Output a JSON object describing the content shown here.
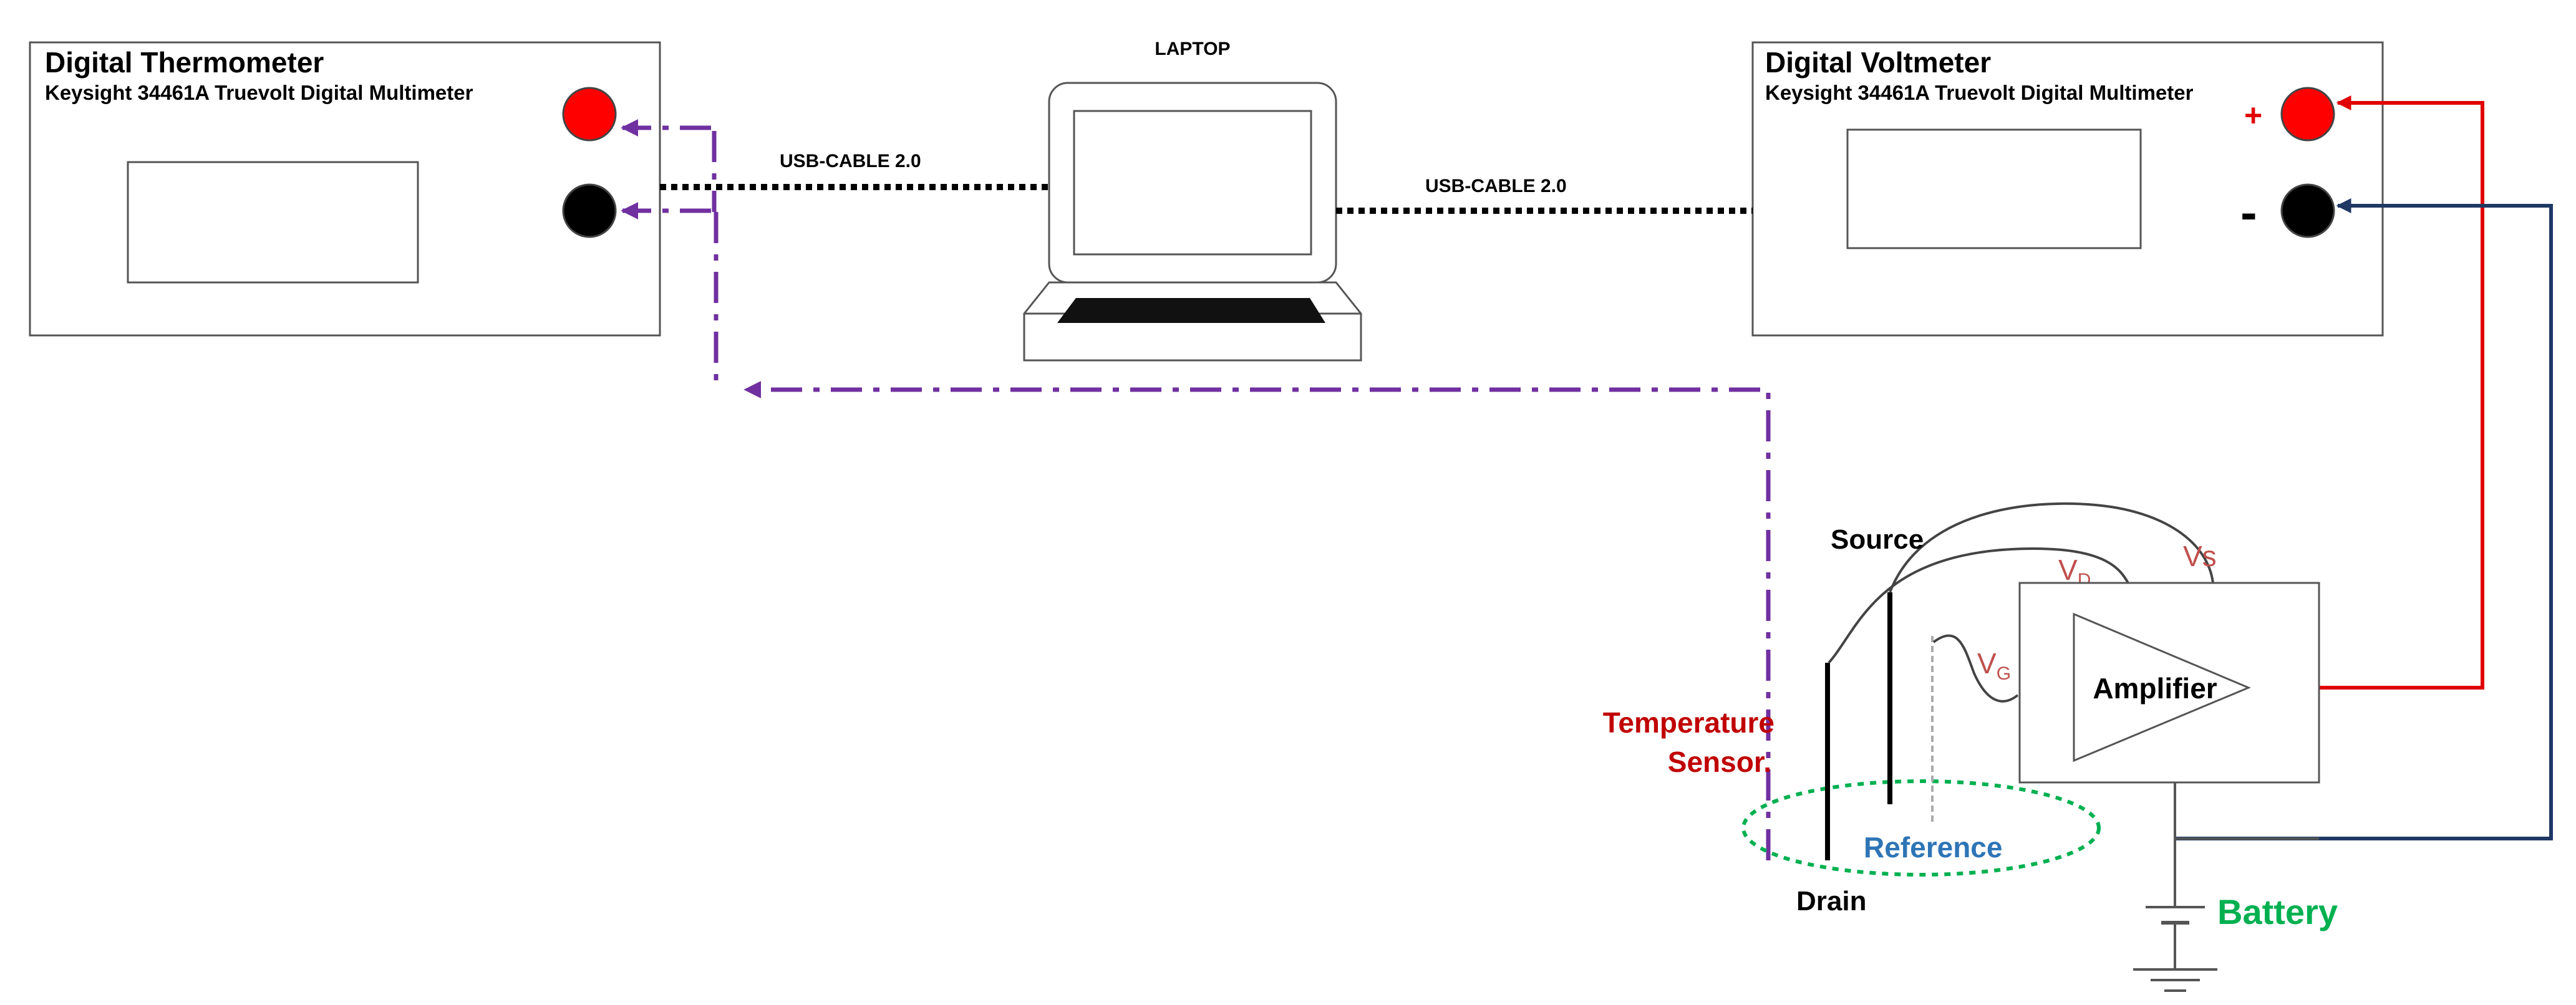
{
  "thermometer": {
    "title": "Digital Thermometer",
    "model": "Keysight 34461A Truevolt Digital Multimeter"
  },
  "laptop": {
    "label": "LAPTOP"
  },
  "voltmeter": {
    "title": "Digital Voltmeter",
    "model": "Keysight 34461A Truevolt Digital Multimeter",
    "plus": "+",
    "minus": "-"
  },
  "cables": {
    "left": "USB-CABLE 2.0",
    "right": "USB-CABLE 2.0"
  },
  "sensor": {
    "source": "Source",
    "drain": "Drain",
    "reference": "Reference",
    "temp_line1": "Temperature",
    "temp_line2": "Sensor.",
    "vd_main": "V",
    "vd_sub": "D",
    "vs": "Vs",
    "vg_main": "V",
    "vg_sub": "G"
  },
  "amplifier": {
    "label": "Amplifier"
  },
  "battery": {
    "label": "Battery"
  },
  "colors": {
    "red_terminal": "#ff0000",
    "black_terminal": "#000000",
    "positive_wire": "#e00000",
    "negative_wire": "#1f3864",
    "thermo_line": "#7030a0",
    "reference_ellipse": "#00b050"
  }
}
